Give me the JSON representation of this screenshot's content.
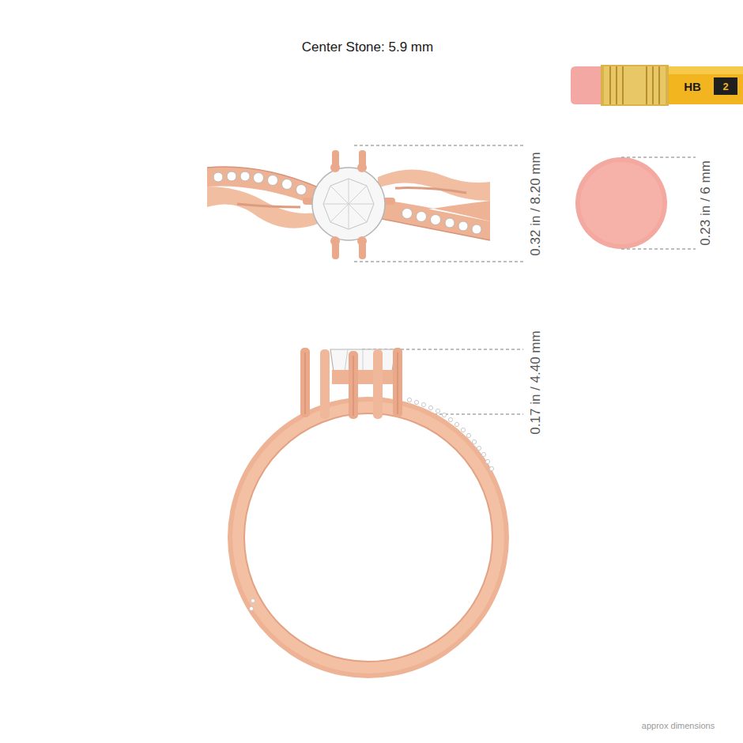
{
  "diagram": {
    "title": "Center Stone: 5.9 mm",
    "labels": [
      "HB",
      "2",
      "0.32 in / 8.20 mm",
      "0.23 in / 6 mm",
      "0.17 in / 4.40 mm",
      "approx dimensions"
    ]
  }
}
